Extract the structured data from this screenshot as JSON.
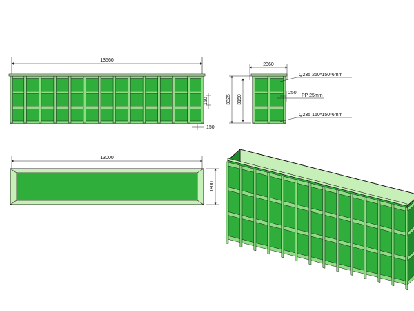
{
  "colors": {
    "panel_green": "#2fae3c",
    "panel_green_dark": "#1f8a2b",
    "frame_green": "#8fdc85",
    "frame_green_light": "#c7f0b8",
    "outline": "#1a1a1a",
    "dim_line": "#222222"
  },
  "front_view": {
    "width_dim": "13560",
    "rib_dim_1": "150",
    "rib_dim_2": "150"
  },
  "side_view": {
    "top_dim": "2360",
    "outer_height_dim": "3325",
    "inner_height_dim": "3150",
    "mid_dim": "250",
    "callout_top": "Q235  250*150*6mm",
    "callout_mid": "PP  25mm",
    "callout_bottom": "Q235  150*150*6mm"
  },
  "plan_view": {
    "length_dim": "13000",
    "height_dim": "1800"
  },
  "iso_view": {
    "icon": "isometric-tank-icon"
  }
}
